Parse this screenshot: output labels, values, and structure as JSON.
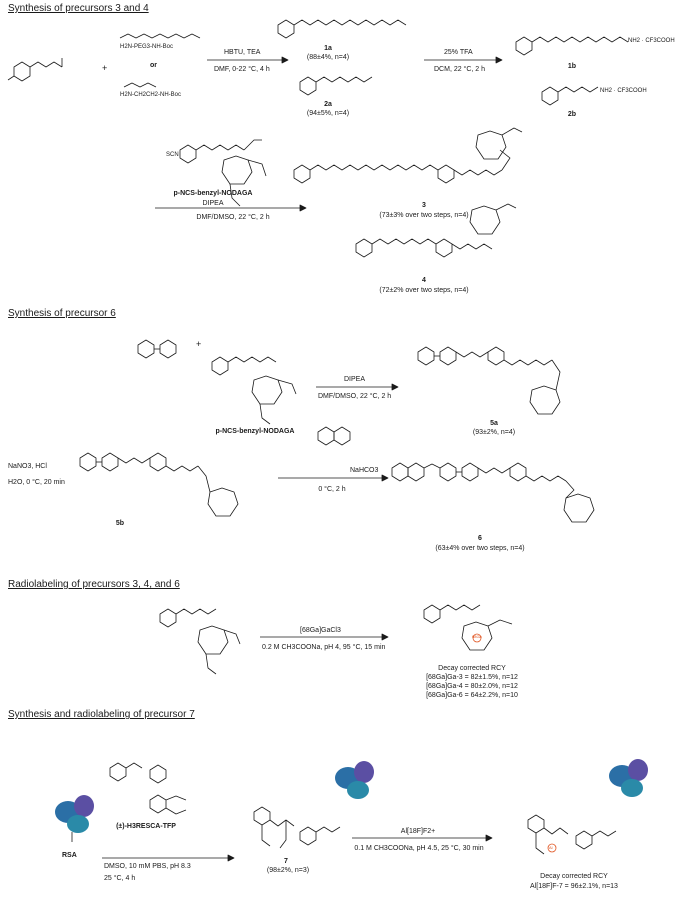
{
  "sections": [
    {
      "title": "Synthesis of precursors 3 and 4"
    },
    {
      "title": "Synthesis of precursor 6"
    },
    {
      "title": "Radiolabeling of precursors 3, 4, and 6"
    },
    {
      "title": "Synthesis and radiolabeling of precursor 7"
    }
  ],
  "s1": {
    "plus": "+",
    "or": "or",
    "amine_peg": "H2N-PEG3-NH-Boc",
    "amine_eda": "H2N-CH2CH2-NH-Boc",
    "step1_reagent": "HBTU, TEA",
    "step1_cond": "DMF, 0-22 °C, 4 h",
    "p1a": "1a",
    "p1a_yield": "(88±4%, n=4)",
    "p2a": "2a",
    "p2a_yield": "(94±5%, n=4)",
    "step2_reagent": "25% TFA",
    "step2_cond": "DCM, 22 °C, 2 h",
    "p1b": "1b",
    "p2b": "2b",
    "salt": "NH2 · CF3COOH",
    "nodaga_label": "p-NCS-benzyl-NODAGA",
    "scn": "SCN",
    "step3_reagent": "DIPEA",
    "step3_cond": "DMF/DMSO, 22 °C, 2 h",
    "p3": "3",
    "p3_yield": "(73±3% over two steps, n=4)",
    "p4": "4",
    "p4_yield": "(72±2% over two steps, n=4)"
  },
  "s2": {
    "plus": "+",
    "nodaga_label": "p-NCS-benzyl-NODAGA",
    "step1_reagent": "DIPEA",
    "step1_cond": "DMF/DMSO, 22 °C, 2 h",
    "p5a": "5a",
    "p5a_yield": "(93±2%, n=4)",
    "diaz_reagent": "NaNO3, HCl",
    "diaz_cond": "H2O, 0 °C, 20 min",
    "p5b": "5b",
    "coupling_reagent": "NaHCO3",
    "coupling_cond": "0 °C, 2 h",
    "p6": "6",
    "p6_yield": "(63±4% over two steps, n=4)"
  },
  "s3": {
    "reagent": "[68Ga]GaCl3",
    "cond": "0.2 M CH3COONa, pH 4, 95 °C, 15 min",
    "rcy_title": "Decay corrected RCY",
    "rcy": [
      "[68Ga]Ga-3 = 82±1.5%, n=12",
      "[68Ga]Ga-4 = 80±2.0%, n=12",
      "[68Ga]Ga-6 = 64±2.2%, n=10"
    ],
    "ga_label": "68Ga"
  },
  "s4": {
    "tfp_label": "(±)-H3RESCA-TFP",
    "rsa": "RSA",
    "step1_cond1": "DMSO, 10 mM PBS, pH 8.3",
    "step1_cond2": "25 °C, 4 h",
    "p7": "7",
    "p7_yield": "(98±2%, n=3)",
    "al_reagent": "Al[18F]F2+",
    "al_cond": "0.1 M CH3COONa, pH 4.5, 25 °C, 30 min",
    "rcy_title": "Decay corrected RCY",
    "rcy": "Al[18F]F-7 = 96±2.1%, n=13",
    "al_label": "Al"
  },
  "colors": {
    "ink": "#1a1a1a",
    "radiometal": "#e0531f",
    "protein_blue": "#2b6fa6",
    "protein_purple": "#5b4fa3",
    "protein_teal": "#2a8aa8"
  }
}
